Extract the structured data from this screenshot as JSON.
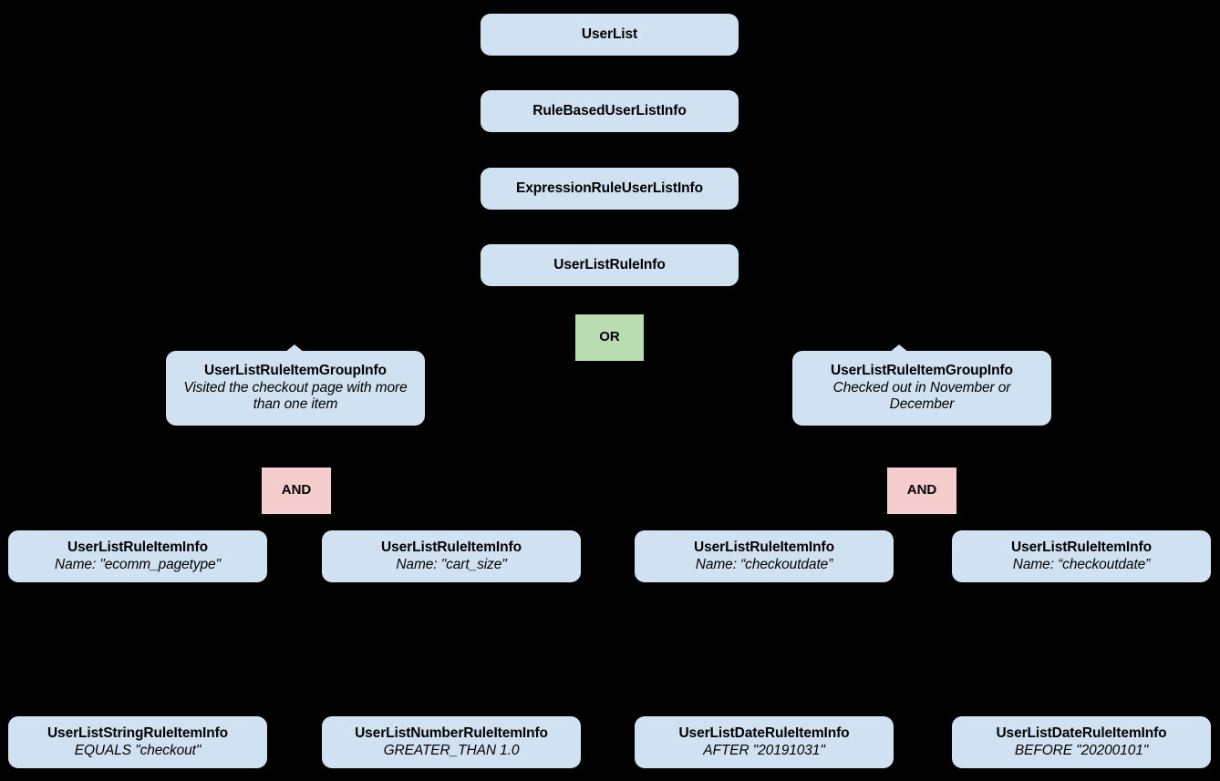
{
  "diagram": {
    "type": "hierarchy-tree",
    "background_color": "#000000",
    "node_color": "#d0e1f2",
    "or_color": "#b9ddb0",
    "and_color": "#f5cdcd",
    "text_color": "#000000"
  },
  "nodes": {
    "user_list": {
      "title": "UserList"
    },
    "rule_based_user_list_info": {
      "title": "RuleBasedUserListInfo"
    },
    "expression_rule_user_list_info": {
      "title": "ExpressionRuleUserListInfo"
    },
    "user_list_rule_info": {
      "title": "UserListRuleInfo"
    },
    "or_operator": {
      "label": "OR"
    },
    "group_left": {
      "title": "UserListRuleItemGroupInfo",
      "subtitle": "Visited the checkout page with more than one item"
    },
    "group_right": {
      "title": "UserListRuleItemGroupInfo",
      "subtitle": "Checked out in November or December"
    },
    "and_left": {
      "label": "AND"
    },
    "and_right": {
      "label": "AND"
    },
    "item_1": {
      "title": "UserListRuleItemInfo",
      "subtitle": "Name: \"ecomm_pagetype\""
    },
    "item_2": {
      "title": "UserListRuleItemInfo",
      "subtitle": "Name: \"cart_size\""
    },
    "item_3": {
      "title": "UserListRuleItemInfo",
      "subtitle": "Name: “checkoutdate”"
    },
    "item_4": {
      "title": "UserListRuleItemInfo",
      "subtitle": "Name: “checkoutdate”"
    },
    "leaf_1": {
      "title": "UserListStringRuleItemInfo",
      "subtitle": "EQUALS \"checkout\""
    },
    "leaf_2": {
      "title": "UserListNumberRuleItemInfo",
      "subtitle": "GREATER_THAN 1.0"
    },
    "leaf_3": {
      "title": "UserListDateRuleItemInfo",
      "subtitle": "AFTER \"20191031\""
    },
    "leaf_4": {
      "title": "UserListDateRuleItemInfo",
      "subtitle": "BEFORE \"20200101\""
    }
  }
}
